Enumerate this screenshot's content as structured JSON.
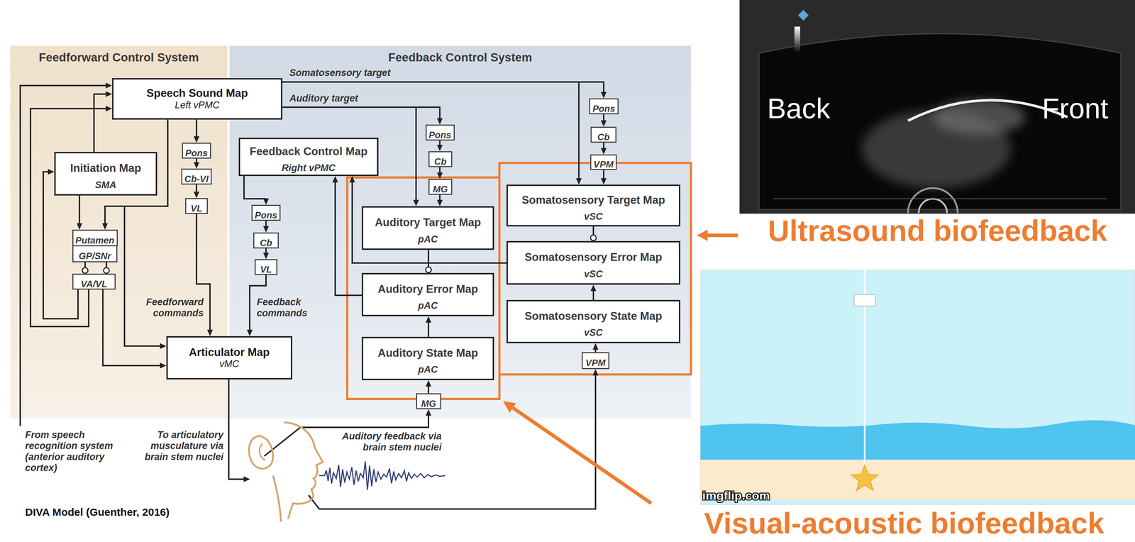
{
  "diagram": {
    "caption": "DIVA Model (Guenther, 2016)",
    "nodes": [
      {
        "text": [
          "Feedforward Control System"
        ]
      },
      {
        "text": [
          "Feedback Control System"
        ]
      },
      {
        "text": [
          "Speech Sound Map",
          "Left vPMC"
        ]
      },
      {
        "text": [
          "Initiation Map",
          "SMA"
        ],
        "in": 0
      },
      {
        "text": [
          "Pons"
        ],
        "in": 0
      },
      {
        "text": [
          "Cb-VI"
        ],
        "in": 0
      },
      {
        "text": [
          "VL"
        ],
        "in": 0
      },
      {
        "text": [
          "Putamen"
        ],
        "in": 0
      },
      {
        "text": [
          "GP/SNr"
        ],
        "in": 0
      },
      {
        "text": [
          "VA/VL"
        ],
        "in": 0
      },
      {
        "text": [
          "Articulator Map",
          "vMC"
        ]
      },
      {
        "text": [
          "Feedback Control Map",
          "Right vPMC"
        ],
        "in": 1
      },
      {
        "text": [
          "Pons"
        ],
        "in": 1
      },
      {
        "text": [
          "Cb"
        ],
        "in": 1
      },
      {
        "text": [
          "VL"
        ],
        "in": 1
      },
      {
        "text": [
          "Pons"
        ],
        "in": 1
      },
      {
        "text": [
          "Cb"
        ],
        "in": 1
      },
      {
        "text": [
          "MG"
        ],
        "in": 1
      },
      {
        "text": [
          "Auditory Target Map",
          "pAC"
        ],
        "in": 1
      },
      {
        "text": [
          "Auditory Error Map",
          "pAC"
        ],
        "in": 1
      },
      {
        "text": [
          "Auditory State Map",
          "pAC"
        ],
        "in": 1
      },
      {
        "text": [
          "MG"
        ],
        "in": 1
      },
      {
        "text": [
          "Pons"
        ],
        "in": 1
      },
      {
        "text": [
          "Cb"
        ],
        "in": 1
      },
      {
        "text": [
          "VPM"
        ],
        "in": 1
      },
      {
        "text": [
          "Somatosensory Target Map",
          "vSC"
        ],
        "in": 1
      },
      {
        "text": [
          "Somatosensory Error Map",
          "vSC"
        ],
        "in": 1
      },
      {
        "text": [
          "Somatosensory State Map",
          "vSC"
        ],
        "in": 1
      },
      {
        "text": [
          "VPM"
        ],
        "in": 1
      }
    ],
    "edges": [
      {
        "from": 2,
        "to": 22,
        "label": "Somatosensory target",
        "arrow": "to"
      },
      {
        "from": 2,
        "to": 25,
        "arrow": "to"
      },
      {
        "from": 2,
        "to": 15,
        "label": "Auditory target",
        "arrow": "to"
      },
      {
        "from": 2,
        "to": 18,
        "arrow": "to"
      },
      {
        "from": 2,
        "to": 4,
        "arrow": "to"
      },
      {
        "from": 4,
        "to": 5,
        "arrow": "to"
      },
      {
        "from": 5,
        "to": 6,
        "arrow": "to"
      },
      {
        "from": 6,
        "to": 10,
        "label": "Feedforward commands",
        "arrow": "to"
      },
      {
        "from": 2,
        "to": 7,
        "arrow": "to"
      },
      {
        "from": 2,
        "to": 10,
        "arrow": "to"
      },
      {
        "from": 3,
        "to": 7,
        "arrow": "to"
      },
      {
        "from": 3,
        "to": 2,
        "arrow": "to"
      },
      {
        "from": 9,
        "to": 3,
        "arrow": "to"
      },
      {
        "from": 9,
        "to": 2,
        "arrow": "to"
      },
      {
        "from": 8,
        "to": 9,
        "arrow": "to"
      },
      {
        "from": 8,
        "to": 9,
        "arrow": "to"
      },
      {
        "from": 9,
        "to": 10,
        "arrow": "to"
      },
      {
        "from": 11,
        "to": 12,
        "arrow": "to"
      },
      {
        "from": 12,
        "to": 13,
        "arrow": "to"
      },
      {
        "from": 13,
        "to": 14,
        "arrow": "to"
      },
      {
        "from": 14,
        "to": 10,
        "label": "Feedback commands",
        "arrow": "to"
      },
      {
        "from": 15,
        "to": 16,
        "arrow": "to"
      },
      {
        "from": 16,
        "to": 17,
        "arrow": "to"
      },
      {
        "from": 17,
        "to": 18,
        "arrow": "to"
      },
      {
        "from": 18,
        "to": 19,
        "arrow": "to"
      },
      {
        "from": 20,
        "to": 19,
        "arrow": "to"
      },
      {
        "from": 21,
        "to": 20,
        "arrow": "to"
      },
      {
        "from": 19,
        "to": 11,
        "arrow": "to"
      },
      {
        "from": 26,
        "to": 11,
        "arrow": "to"
      },
      {
        "from": 22,
        "to": 23,
        "arrow": "to"
      },
      {
        "from": 23,
        "to": 24,
        "arrow": "to"
      },
      {
        "from": 24,
        "to": 25,
        "arrow": "to"
      },
      {
        "from": 25,
        "to": 26,
        "arrow": "to"
      },
      {
        "from": 27,
        "to": 26,
        "arrow": "to"
      },
      {
        "from": 28,
        "to": 27,
        "arrow": "to"
      }
    ],
    "labels": [
      "From speech recognition system (anterior auditory cortex)",
      "To articulatory musculature via brain stem nuclei",
      "Auditory feedback via brain stem nuclei",
      "Back",
      "Front",
      "Ultrasound biofeedback",
      "imgflip.com",
      "Visual-acoustic biofeedback"
    ]
  }
}
